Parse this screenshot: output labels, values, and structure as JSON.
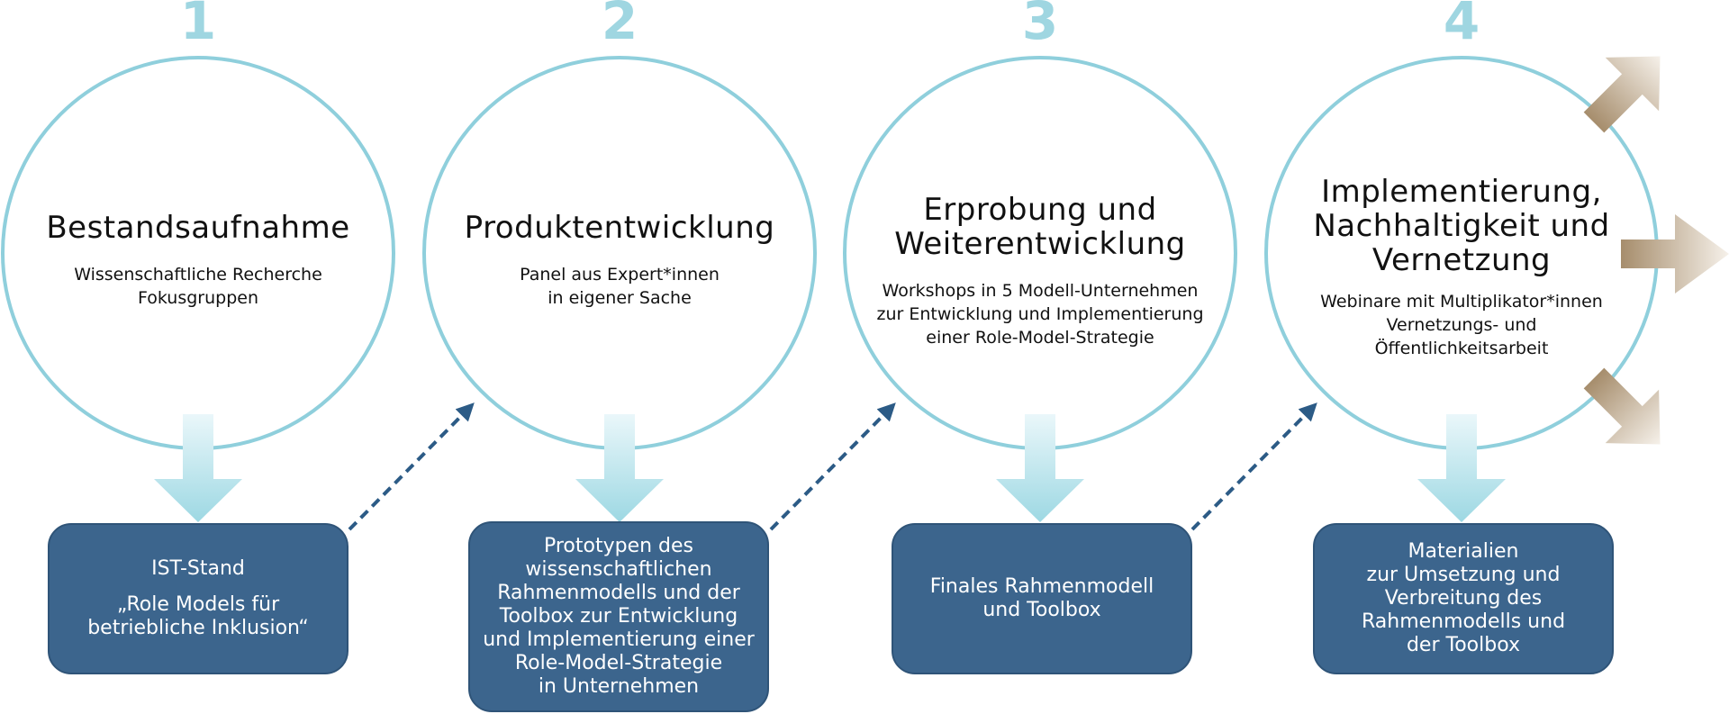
{
  "colors": {
    "circle_stroke": "#8fcfdc",
    "number": "#9fd6e1",
    "box_fill": "#3c658d",
    "dashed_arrow": "#2c5b86",
    "down_arrow": "#b7e2ea",
    "outgoing_arrow": "#b49f83"
  },
  "phases": [
    {
      "number": "1",
      "title": [
        "Bestandsaufnahme"
      ],
      "details": [
        "Wissenschaftliche Recherche",
        "Fokusgruppen"
      ],
      "result": [
        "IST-Stand",
        "",
        "„Role Models für",
        "betriebliche Inklusion“"
      ]
    },
    {
      "number": "2",
      "title": [
        "Produktentwicklung"
      ],
      "details": [
        "Panel aus Expert*innen",
        "in eigener Sache"
      ],
      "result": [
        "Prototypen des",
        "wissenschaftlichen",
        "Rahmenmodells und der",
        "Toolbox zur Entwicklung",
        "und Implementierung einer",
        "Role-Model-Strategie",
        "in Unternehmen"
      ]
    },
    {
      "number": "3",
      "title": [
        "Erprobung und",
        "Weiterentwicklung"
      ],
      "details": [
        "Workshops in 5 Modell-Unternehmen",
        "zur Entwicklung und Implementierung",
        "einer Role-Model-Strategie"
      ],
      "result": [
        "Finales Rahmenmodell",
        "und Toolbox"
      ]
    },
    {
      "number": "4",
      "title": [
        "Implementierung,",
        "Nachhaltigkeit und",
        "Vernetzung"
      ],
      "details": [
        "Webinare mit Multiplikator*innen",
        "Vernetzungs- und",
        "Öffentlichkeitsarbeit"
      ],
      "result": [
        "Materialien",
        "zur Umsetzung und",
        "Verbreitung des",
        "Rahmenmodells und",
        "der Toolbox"
      ]
    }
  ]
}
